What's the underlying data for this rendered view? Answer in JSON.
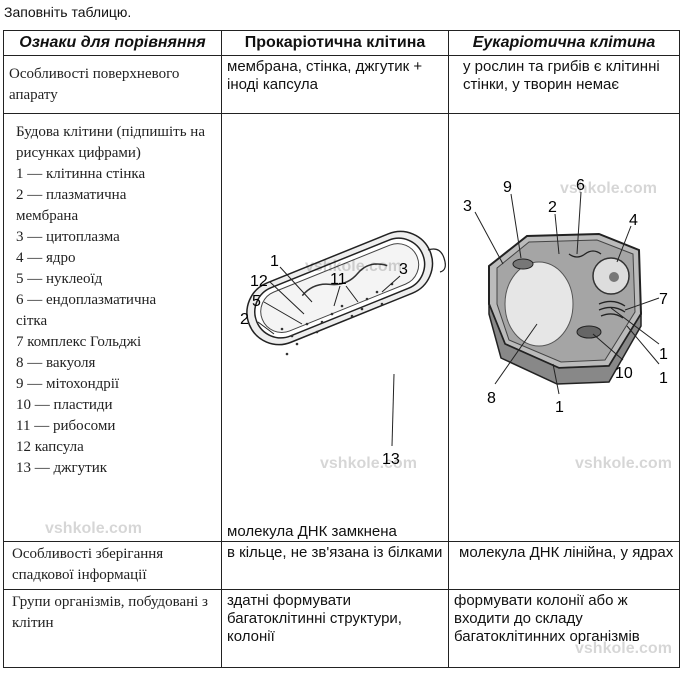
{
  "instruction": "Заповніть таблицю.",
  "headers": [
    "Ознаки для порівняння",
    "Прокаріотична клітина",
    "Еукаріотична клітина"
  ],
  "rows": {
    "surface": {
      "label": "Особливості поверхневого апарату",
      "prokaryote": "мембрана, стінка, джгутик + іноді капсула",
      "eukaryote": "у рослин та грибів є клітинні стінки, у творин немає"
    },
    "structure": {
      "label": "Будова клітини (підпишіть на рисунках цифрами)",
      "legend": [
        "1 — клітинна стінка",
        "2 — плазматична",
        "мембрана",
        "3 — цитоплазма",
        "4 — ядро",
        "5 — нуклеоїд",
        "6 — ендоплазматична",
        "сітка",
        "7   комплекс Гольджі",
        "8 — вакуоля",
        "9 — мітохондрії",
        "10 — пластиди",
        "11 — рибосоми",
        "12   капсула",
        "13 — джгутик"
      ],
      "prokaryote_labels": [
        "1",
        "12",
        "5",
        "2",
        "11",
        "3",
        "13"
      ],
      "eukaryote_labels": [
        "9",
        "6",
        "3",
        "2",
        "4",
        "7",
        "1",
        "10",
        "1",
        "8",
        "1"
      ],
      "prokaryote_note": "молекула ДНК замкнена"
    },
    "heredity": {
      "label": "Особливості зберігання спадкової інформації",
      "prokaryote": "в кільце, не зв'язана із білками",
      "eukaryote": "молекула ДНК лінійна, у ядрах"
    },
    "groups": {
      "label": "Групи організмів, побудовані з клітин",
      "prokaryote": "здатні формувати багатоклітинні структури, колонії",
      "eukaryote": "формувати колонії або ж входити до складу багатоклітинних організмів"
    }
  },
  "watermarks": [
    "vshkole.com",
    "vshkole.com",
    "vshkole.com",
    "vshkole.com",
    "vshkole.com",
    "vshkole.com"
  ]
}
